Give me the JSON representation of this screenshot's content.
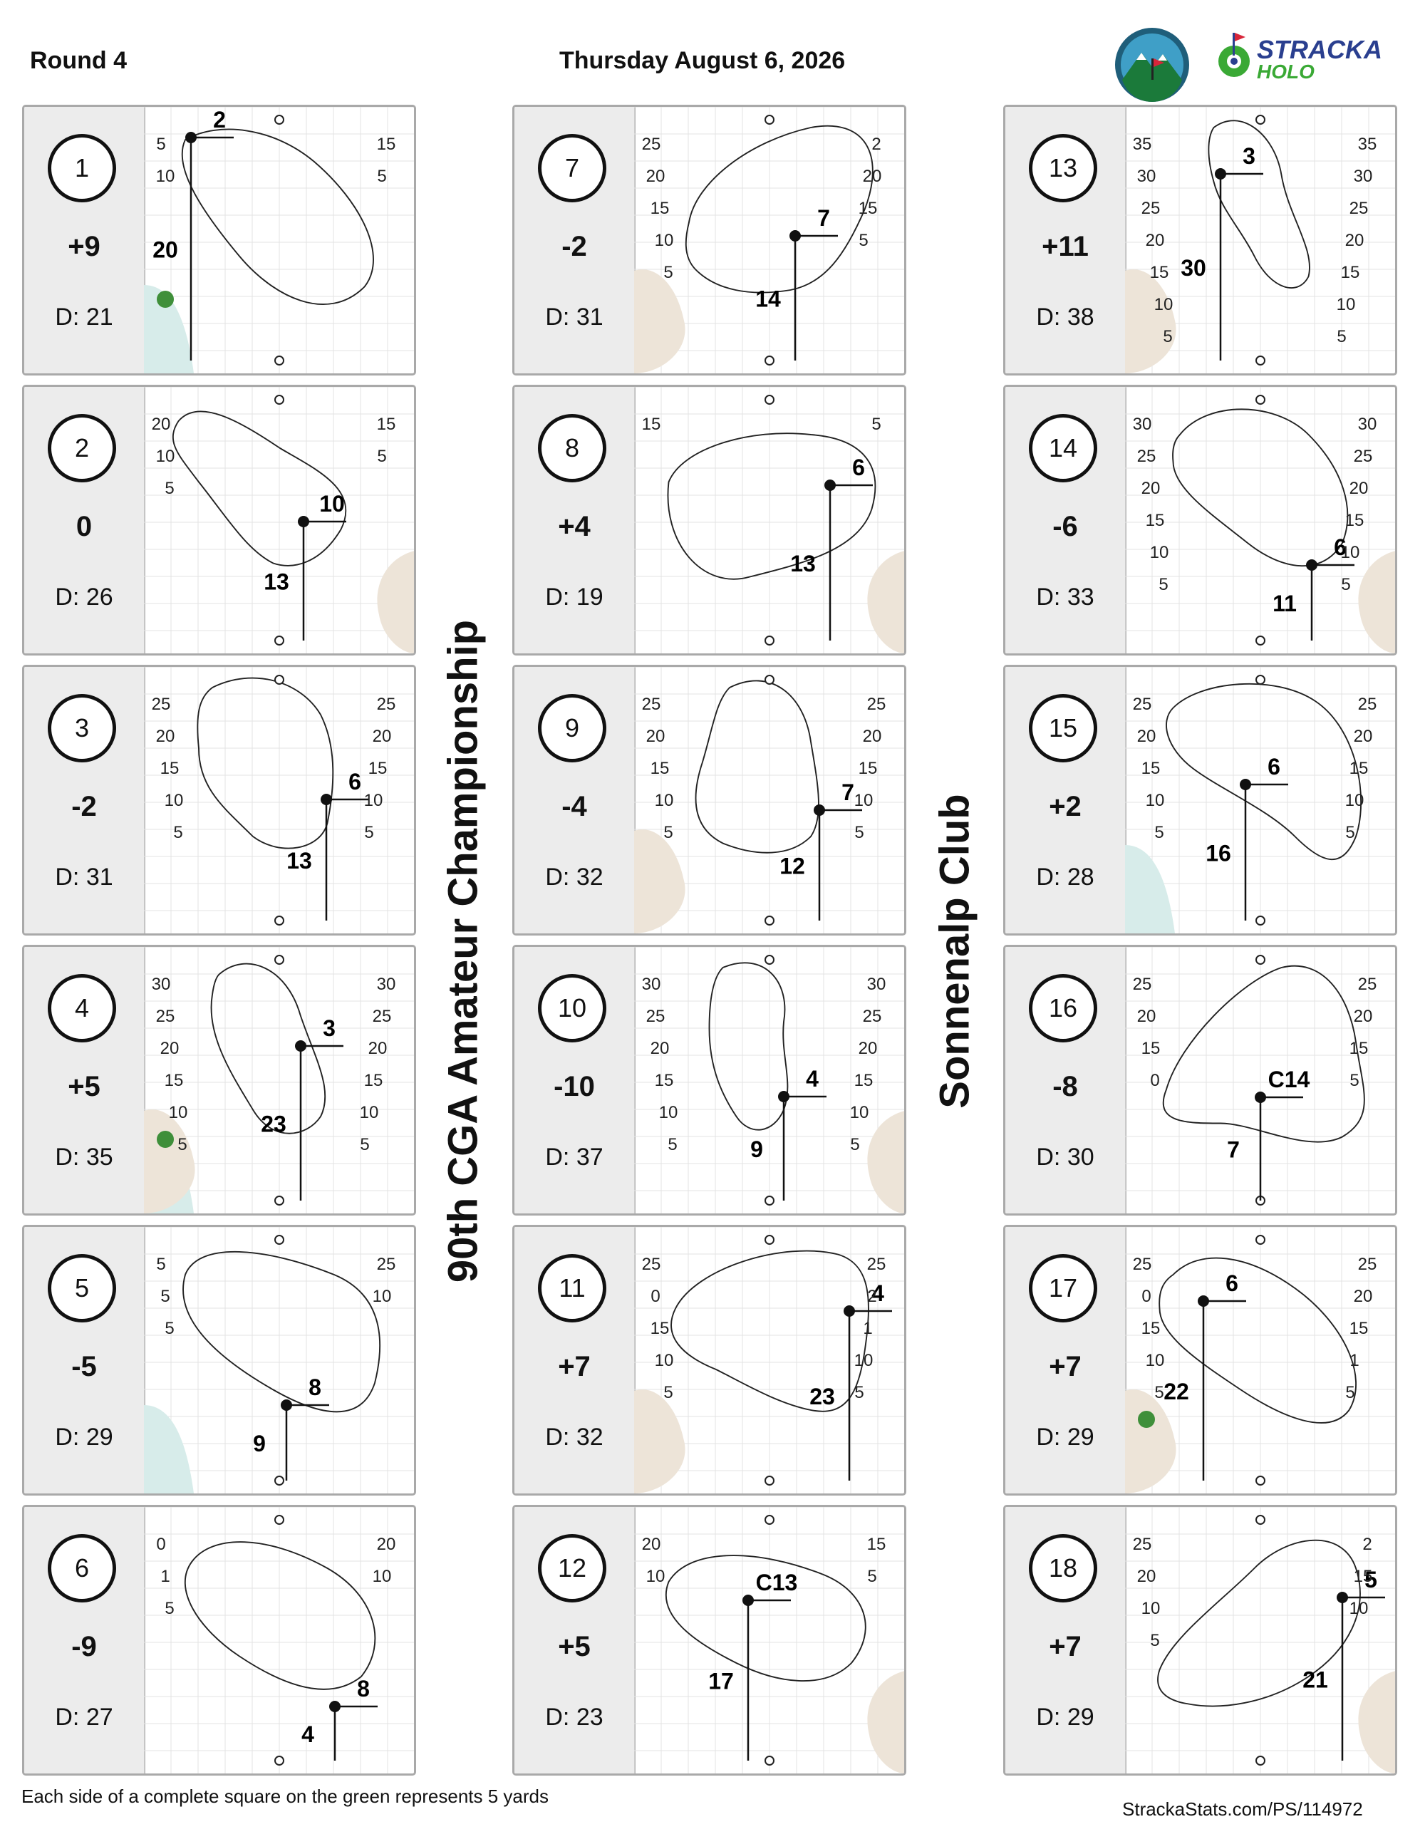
{
  "header": {
    "round": "Round 4",
    "date": "Thursday August 6, 2026",
    "event": "90th CGA Amateur Championship",
    "club": "Sonnenalp Club",
    "brand_line1": "STRACKA",
    "brand_line2": "HOLO"
  },
  "footer": {
    "note": "Each side of a complete square on the green represents 5 yards",
    "url": "StrackaStats.com/PS/114972"
  },
  "depth_prefix": "D: ",
  "colors": {
    "sand": "#ede4d8",
    "water": "#d7ecea",
    "tree": "#3f8f3a",
    "grid": "#e3e3e3",
    "panel": "#ececec",
    "brand_green": "#3aa935",
    "brand_blue": "#2a3f8f"
  },
  "holes": [
    {
      "number": "1",
      "score": "+9",
      "depth": "21",
      "pin_a": "2",
      "pin_b": "20",
      "contours": [
        "5",
        "15",
        "10",
        "5"
      ],
      "hazards": [
        "water",
        "tree"
      ]
    },
    {
      "number": "2",
      "score": "0",
      "depth": "26",
      "pin_a": "10",
      "pin_b": "13",
      "contours": [
        "20",
        "15",
        "10",
        "5",
        "5"
      ],
      "hazards": [
        "sand"
      ]
    },
    {
      "number": "3",
      "score": "-2",
      "depth": "31",
      "pin_a": "6",
      "pin_b": "13",
      "contours": [
        "25",
        "25",
        "20",
        "20",
        "15",
        "15",
        "10",
        "10",
        "5",
        "5"
      ],
      "hazards": []
    },
    {
      "number": "4",
      "score": "+5",
      "depth": "35",
      "pin_a": "3",
      "pin_b": "23",
      "contours": [
        "30",
        "30",
        "25",
        "25",
        "20",
        "20",
        "15",
        "15",
        "10",
        "10",
        "5",
        "5"
      ],
      "hazards": [
        "water",
        "sand",
        "tree"
      ]
    },
    {
      "number": "5",
      "score": "-5",
      "depth": "29",
      "pin_a": "8",
      "pin_b": "9",
      "contours": [
        "5",
        "25",
        "5",
        "10",
        "5"
      ],
      "hazards": [
        "water"
      ]
    },
    {
      "number": "6",
      "score": "-9",
      "depth": "27",
      "pin_a": "8",
      "pin_b": "4",
      "contours": [
        "0",
        "20",
        "1",
        "10",
        "5"
      ],
      "hazards": []
    },
    {
      "number": "7",
      "score": "-2",
      "depth": "31",
      "pin_a": "7",
      "pin_b": "14",
      "contours": [
        "25",
        "2",
        "20",
        "20",
        "15",
        "15",
        "10",
        "5",
        "5"
      ],
      "hazards": [
        "sand"
      ]
    },
    {
      "number": "8",
      "score": "+4",
      "depth": "19",
      "pin_a": "6",
      "pin_b": "13",
      "contours": [
        "15",
        "5"
      ],
      "hazards": [
        "sand"
      ]
    },
    {
      "number": "9",
      "score": "-4",
      "depth": "32",
      "pin_a": "7",
      "pin_b": "12",
      "contours": [
        "25",
        "25",
        "20",
        "20",
        "15",
        "15",
        "10",
        "10",
        "5",
        "5"
      ],
      "hazards": [
        "sand"
      ]
    },
    {
      "number": "10",
      "score": "-10",
      "depth": "37",
      "pin_a": "4",
      "pin_b": "9",
      "contours": [
        "30",
        "30",
        "25",
        "25",
        "20",
        "20",
        "15",
        "15",
        "10",
        "10",
        "5",
        "5"
      ],
      "hazards": [
        "sand"
      ]
    },
    {
      "number": "11",
      "score": "+7",
      "depth": "32",
      "pin_a": "4",
      "pin_b": "23",
      "contours": [
        "25",
        "25",
        "0",
        "2",
        "15",
        "1",
        "10",
        "10",
        "5",
        "5"
      ],
      "hazards": [
        "sand"
      ]
    },
    {
      "number": "12",
      "score": "+5",
      "depth": "23",
      "pin_a": "C13",
      "pin_b": "17",
      "contours": [
        "20",
        "15",
        "10",
        "5"
      ],
      "hazards": [
        "sand"
      ]
    },
    {
      "number": "13",
      "score": "+11",
      "depth": "38",
      "pin_a": "3",
      "pin_b": "30",
      "contours": [
        "35",
        "35",
        "30",
        "30",
        "25",
        "25",
        "20",
        "20",
        "15",
        "15",
        "10",
        "10",
        "5",
        "5"
      ],
      "hazards": [
        "sand"
      ]
    },
    {
      "number": "14",
      "score": "-6",
      "depth": "33",
      "pin_a": "6",
      "pin_b": "11",
      "contours": [
        "30",
        "30",
        "25",
        "25",
        "20",
        "20",
        "15",
        "15",
        "10",
        "10",
        "5",
        "5"
      ],
      "hazards": [
        "sand"
      ]
    },
    {
      "number": "15",
      "score": "+2",
      "depth": "28",
      "pin_a": "6",
      "pin_b": "16",
      "contours": [
        "25",
        "25",
        "20",
        "20",
        "15",
        "15",
        "10",
        "10",
        "5",
        "5"
      ],
      "hazards": [
        "water"
      ]
    },
    {
      "number": "16",
      "score": "-8",
      "depth": "30",
      "pin_a": "C14",
      "pin_b": "7",
      "contours": [
        "25",
        "25",
        "20",
        "20",
        "15",
        "15",
        "0",
        "5"
      ],
      "hazards": []
    },
    {
      "number": "17",
      "score": "+7",
      "depth": "29",
      "pin_a": "6",
      "pin_b": "22",
      "contours": [
        "25",
        "25",
        "0",
        "20",
        "15",
        "15",
        "10",
        "1",
        "5",
        "5"
      ],
      "hazards": [
        "sand",
        "tree"
      ]
    },
    {
      "number": "18",
      "score": "+7",
      "depth": "29",
      "pin_a": "5",
      "pin_b": "21",
      "contours": [
        "25",
        "2",
        "20",
        "15",
        "10",
        "10",
        "5"
      ],
      "hazards": [
        "sand"
      ]
    }
  ]
}
